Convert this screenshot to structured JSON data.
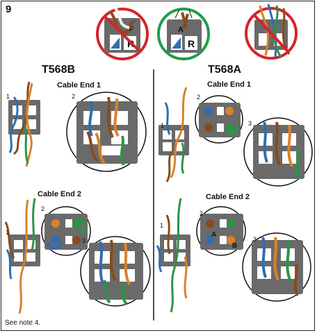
{
  "step_number": "9",
  "standards": {
    "left": {
      "title": "T568B",
      "cable_end_1": "Cable End 1",
      "cable_end_2": "Cable End 2",
      "callouts": {
        "c1": "1",
        "c2": "2",
        "c3": "1",
        "c4": "2",
        "c5": "3"
      }
    },
    "right": {
      "title": "T568A",
      "cable_end_1": "Cable End 1",
      "cable_end_2": "Cable End 2",
      "callouts": {
        "c1": "2",
        "c2": "1",
        "c3": "3",
        "c4": "2",
        "c5": "1",
        "c6": "3"
      }
    }
  },
  "connector_labels": {
    "a": "A",
    "b": "B",
    "f": "F",
    "r": "R"
  },
  "note": "See note 4.",
  "colors": {
    "prohibited": "#d8232a",
    "correct": "#1e9e4a",
    "wire_orange": "#d9822b",
    "wire_brown": "#8a4a1c",
    "wire_blue": "#2f6db3",
    "wire_green": "#2b9446",
    "jack_gray": "#6a6a6a"
  }
}
